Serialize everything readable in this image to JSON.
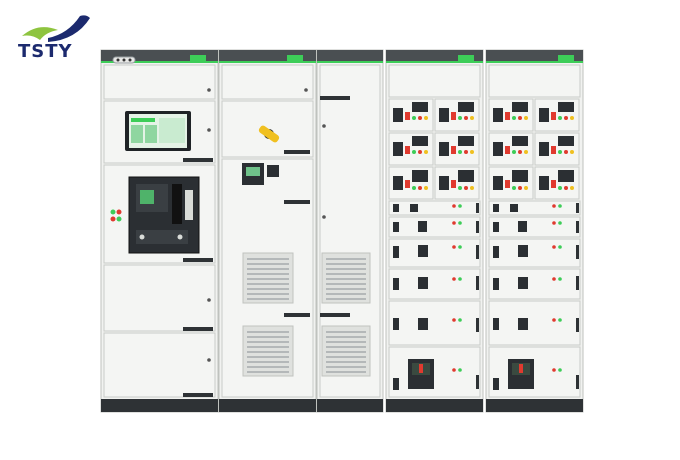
{
  "brand": {
    "name": "TSTY",
    "swoosh_colors": [
      "#8ec43f",
      "#1c2a6e"
    ]
  },
  "switchboard": {
    "colors": {
      "cabinet_white": "#f1f2f0",
      "door_border": "#c9ccc8",
      "top_band": "#4a4f52",
      "green_strip": "#3dcd58",
      "plinth": "#2e3235",
      "device_black": "#1f2326"
    },
    "cabinets": [
      {
        "id": "hmi-breaker",
        "features": [
          "touchscreen-hmi",
          "air-circuit-breaker",
          "indicator-lights"
        ]
      },
      {
        "id": "rotary-switch",
        "features": [
          "rotary-handle",
          "meter",
          "ventilation-grilles"
        ]
      },
      {
        "id": "ventilated",
        "features": [
          "ventilation-grilles"
        ]
      },
      {
        "id": "mcc-1",
        "features": [
          "motor-control-drawers",
          "mccb"
        ]
      },
      {
        "id": "mcc-2",
        "features": [
          "motor-control-drawers",
          "mccb"
        ]
      }
    ]
  }
}
